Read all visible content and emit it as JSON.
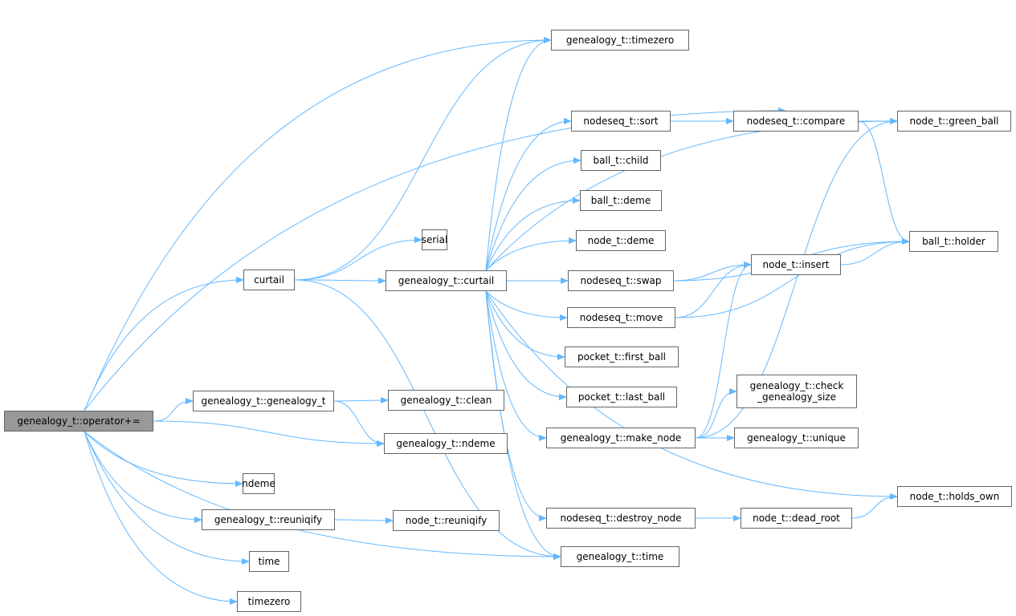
{
  "graph": {
    "edge_color": "#63b8ff",
    "root_fill": "#999999",
    "nodes": [
      {
        "id": "op",
        "label": "genealogy_t::operator+=",
        "root": true
      },
      {
        "id": "curtail",
        "label": "curtail"
      },
      {
        "id": "gctor",
        "label": "genealogy_t::genealogy_t"
      },
      {
        "id": "ndeme",
        "label": "ndeme"
      },
      {
        "id": "greuniq",
        "label": "genealogy_t::reuniqify"
      },
      {
        "id": "time",
        "label": "time"
      },
      {
        "id": "timezero",
        "label": "timezero"
      },
      {
        "id": "gtimezero",
        "label": "genealogy_t::timezero"
      },
      {
        "id": "serial",
        "label": "serial"
      },
      {
        "id": "gcurtail",
        "label": "genealogy_t::curtail"
      },
      {
        "id": "gclean",
        "label": "genealogy_t::clean"
      },
      {
        "id": "gndeme",
        "label": "genealogy_t::ndeme"
      },
      {
        "id": "nreuniq",
        "label": "node_t::reuniqify"
      },
      {
        "id": "sort",
        "label": "nodeseq_t::sort"
      },
      {
        "id": "bchild",
        "label": "ball_t::child"
      },
      {
        "id": "bdeme",
        "label": "ball_t::deme"
      },
      {
        "id": "ndeme2",
        "label": "node_t::deme"
      },
      {
        "id": "swap",
        "label": "nodeseq_t::swap"
      },
      {
        "id": "move",
        "label": "nodeseq_t::move"
      },
      {
        "id": "first",
        "label": "pocket_t::first_ball"
      },
      {
        "id": "last",
        "label": "pocket_t::last_ball"
      },
      {
        "id": "make",
        "label": "genealogy_t::make_node"
      },
      {
        "id": "destroy",
        "label": "nodeseq_t::destroy_node"
      },
      {
        "id": "gtime",
        "label": "genealogy_t::time"
      },
      {
        "id": "compare",
        "label": "nodeseq_t::compare"
      },
      {
        "id": "insert",
        "label": "node_t::insert"
      },
      {
        "id": "check",
        "label": "genealogy_t::check\n_genealogy_size"
      },
      {
        "id": "unique",
        "label": "genealogy_t::unique"
      },
      {
        "id": "dead",
        "label": "node_t::dead_root"
      },
      {
        "id": "green",
        "label": "node_t::green_ball"
      },
      {
        "id": "holder",
        "label": "ball_t::holder"
      },
      {
        "id": "holds",
        "label": "node_t::holds_own"
      }
    ],
    "edges": [
      [
        "op",
        "curtail"
      ],
      [
        "op",
        "gctor"
      ],
      [
        "op",
        "gndeme"
      ],
      [
        "op",
        "ndeme"
      ],
      [
        "op",
        "greuniq"
      ],
      [
        "op",
        "time"
      ],
      [
        "op",
        "timezero"
      ],
      [
        "op",
        "gtimezero"
      ],
      [
        "op",
        "gtime"
      ],
      [
        "op",
        "compare"
      ],
      [
        "curtail",
        "gtimezero"
      ],
      [
        "curtail",
        "serial"
      ],
      [
        "curtail",
        "gcurtail"
      ],
      [
        "curtail",
        "gtime"
      ],
      [
        "gcurtail",
        "gtimezero"
      ],
      [
        "gcurtail",
        "green"
      ],
      [
        "gcurtail",
        "sort"
      ],
      [
        "gcurtail",
        "bchild"
      ],
      [
        "gcurtail",
        "bdeme"
      ],
      [
        "gcurtail",
        "ndeme2"
      ],
      [
        "gcurtail",
        "swap"
      ],
      [
        "gcurtail",
        "move"
      ],
      [
        "gcurtail",
        "first"
      ],
      [
        "gcurtail",
        "last"
      ],
      [
        "gcurtail",
        "make"
      ],
      [
        "gcurtail",
        "holds"
      ],
      [
        "gcurtail",
        "destroy"
      ],
      [
        "gcurtail",
        "gtime"
      ],
      [
        "gctor",
        "gclean"
      ],
      [
        "gctor",
        "gndeme"
      ],
      [
        "greuniq",
        "nreuniq"
      ],
      [
        "sort",
        "compare"
      ],
      [
        "compare",
        "green"
      ],
      [
        "compare",
        "holder"
      ],
      [
        "swap",
        "holder"
      ],
      [
        "swap",
        "insert"
      ],
      [
        "move",
        "insert"
      ],
      [
        "move",
        "holder"
      ],
      [
        "make",
        "insert"
      ],
      [
        "make",
        "green"
      ],
      [
        "make",
        "check"
      ],
      [
        "make",
        "unique"
      ],
      [
        "destroy",
        "dead"
      ],
      [
        "dead",
        "holds"
      ],
      [
        "insert",
        "holder"
      ]
    ]
  }
}
